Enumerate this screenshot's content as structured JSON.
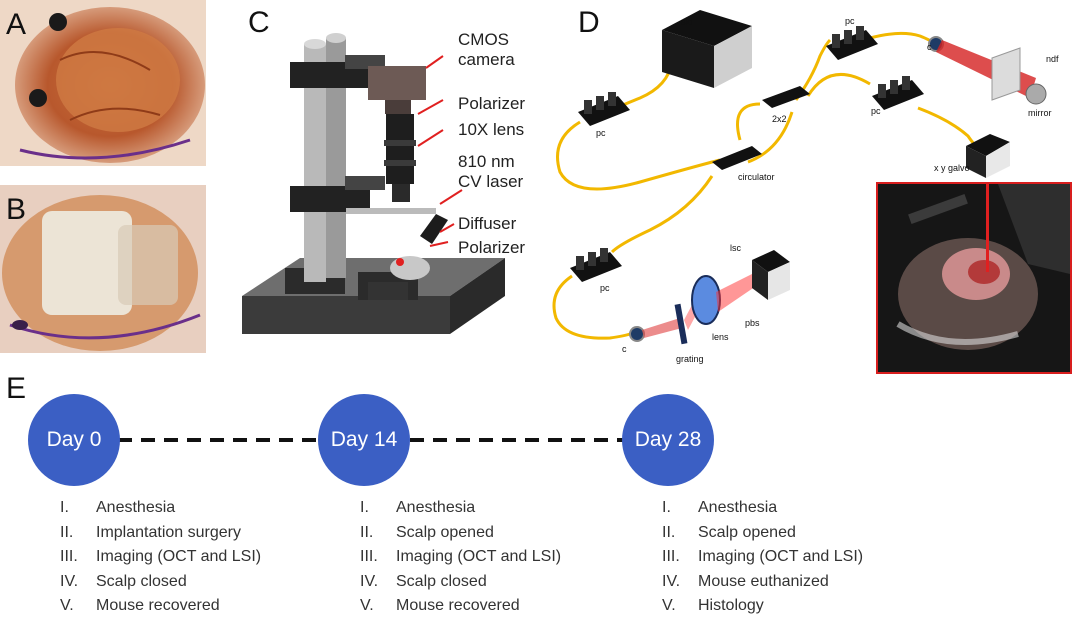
{
  "panels": {
    "a": "A",
    "b": "B",
    "c": "C",
    "d": "D",
    "e": "E"
  },
  "panel_c": {
    "labels": [
      "CMOS\ncamera",
      "Polarizer",
      "10X lens",
      "810 nm\nCV laser",
      "Diffuser",
      "Polarizer"
    ]
  },
  "panel_d": {
    "labels": {
      "sld": "sld",
      "pc1": "pc",
      "pc2": "pc",
      "pc3": "pc",
      "pc4": "pc",
      "c1": "c",
      "c2": "c",
      "ndf": "ndf",
      "mirror": "mirror",
      "coupler": "2x2",
      "circulator": "circulator",
      "galvo": "x y galvo",
      "lsc": "lsc",
      "pbs": "pbs",
      "lens": "lens",
      "grating": "grating"
    }
  },
  "timeline": [
    {
      "day": "Day 0",
      "steps": [
        {
          "num": "I.",
          "text": "Anesthesia"
        },
        {
          "num": "II.",
          "text": "Implantation surgery"
        },
        {
          "num": "III.",
          "text": "Imaging (OCT and LSI)"
        },
        {
          "num": "IV.",
          "text": "Scalp closed"
        },
        {
          "num": "V.",
          "text": "Mouse recovered"
        }
      ]
    },
    {
      "day": "Day 14",
      "steps": [
        {
          "num": "I.",
          "text": "Anesthesia"
        },
        {
          "num": "II.",
          "text": "Scalp opened"
        },
        {
          "num": "III.",
          "text": "Imaging (OCT and LSI)"
        },
        {
          "num": "IV.",
          "text": "Scalp closed"
        },
        {
          "num": "V.",
          "text": "Mouse recovered"
        }
      ]
    },
    {
      "day": "Day 28",
      "steps": [
        {
          "num": "I.",
          "text": "Anesthesia"
        },
        {
          "num": "II.",
          "text": "Scalp opened"
        },
        {
          "num": "III.",
          "text": "Imaging (OCT and LSI)"
        },
        {
          "num": "IV.",
          "text": "Mouse euthanized"
        },
        {
          "num": "V.",
          "text": "Histology"
        }
      ]
    }
  ],
  "colors": {
    "fiber": "#f2b800",
    "circle": "#3b5fc4",
    "laser": "#e02020",
    "photo_border": "#d81e1e"
  }
}
